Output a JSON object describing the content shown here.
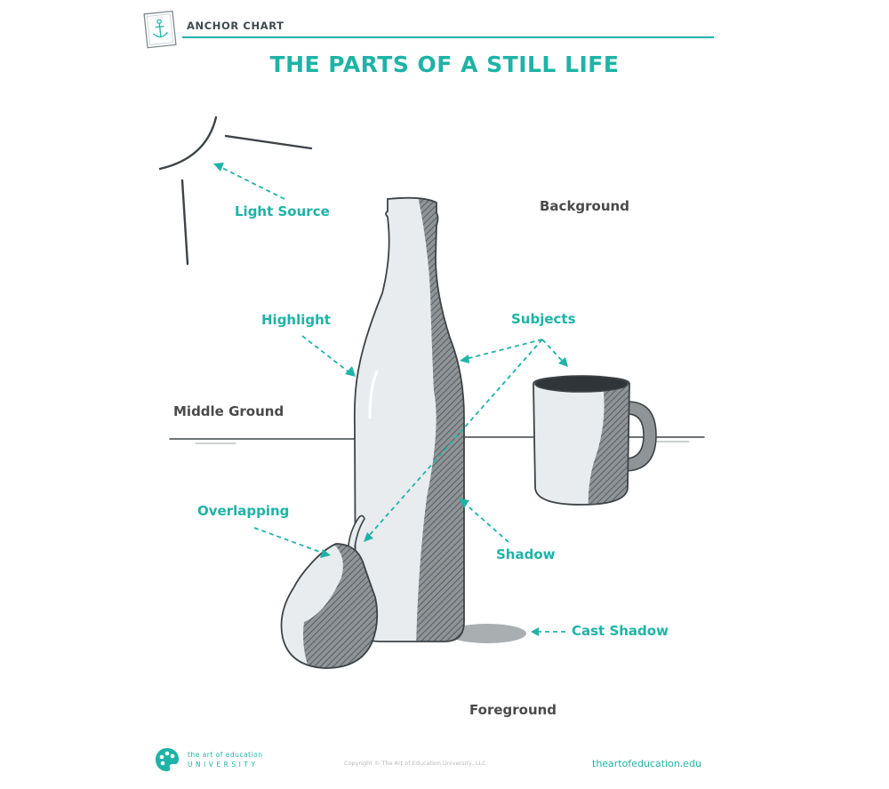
{
  "header": {
    "label": "ANCHOR CHART",
    "title": "THE PARTS OF A STILL LIFE"
  },
  "labels": {
    "light_source": "Light Source",
    "background": "Background",
    "highlight": "Highlight",
    "subjects": "Subjects",
    "middle_ground": "Middle Ground",
    "overlapping": "Overlapping",
    "shadow": "Shadow",
    "cast_shadow": "Cast Shadow",
    "foreground": "Foreground"
  },
  "footer": {
    "brand_line1": "the art of education",
    "brand_line2": "UNIVERSITY",
    "copyright": "Copyright © The Art of Education University, LLC",
    "url": "theartofeducation.edu"
  },
  "colors": {
    "accent": "#1fb3a7",
    "dark": "#4a4a4a",
    "shade": "#8e9396",
    "object_fill": "#e8ecef"
  },
  "icons": {
    "badge": "anchor-icon",
    "logo": "palette-icon"
  }
}
